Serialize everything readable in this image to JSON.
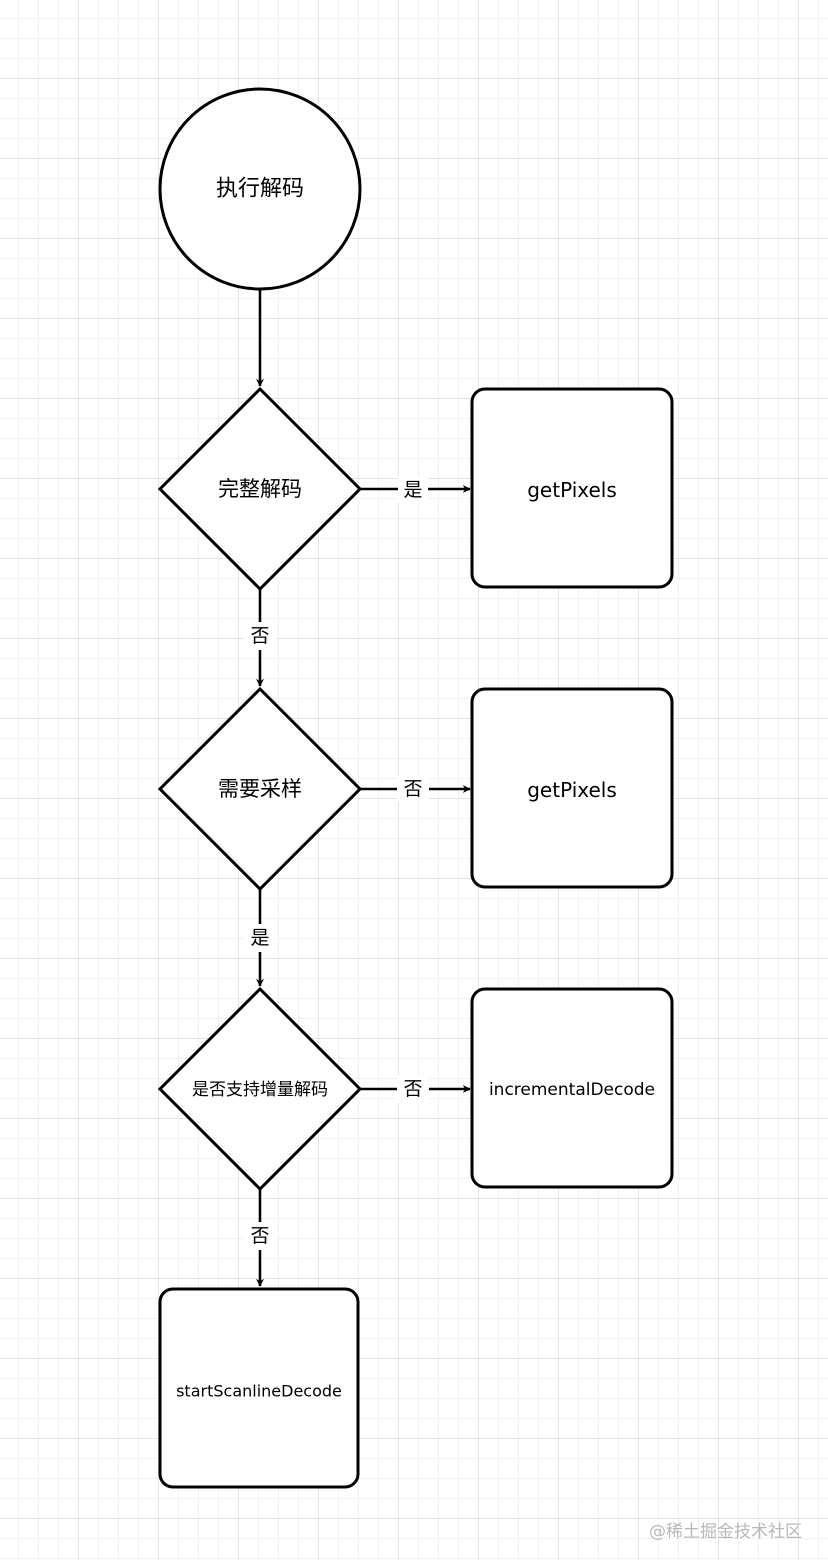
{
  "nodes": {
    "start": {
      "label": "执行解码"
    },
    "full_decode": {
      "label": "完整解码"
    },
    "getpixels_1": {
      "label": "getPixels"
    },
    "need_sampling": {
      "label": "需要采样"
    },
    "getpixels_2": {
      "label": "getPixels"
    },
    "incremental_support": {
      "label": "是否支持增量解码"
    },
    "incremental_decode": {
      "label": "incrementalDecode"
    },
    "scanline_decode": {
      "label": "startScanlineDecode"
    }
  },
  "edges": {
    "full_yes": {
      "label": "是"
    },
    "full_no": {
      "label": "否"
    },
    "sampling_no": {
      "label": "否"
    },
    "sampling_yes": {
      "label": "是"
    },
    "incremental_no_right": {
      "label": "否"
    },
    "incremental_no_down": {
      "label": "否"
    }
  },
  "watermark": {
    "text": "@稀土掘金技术社区"
  }
}
